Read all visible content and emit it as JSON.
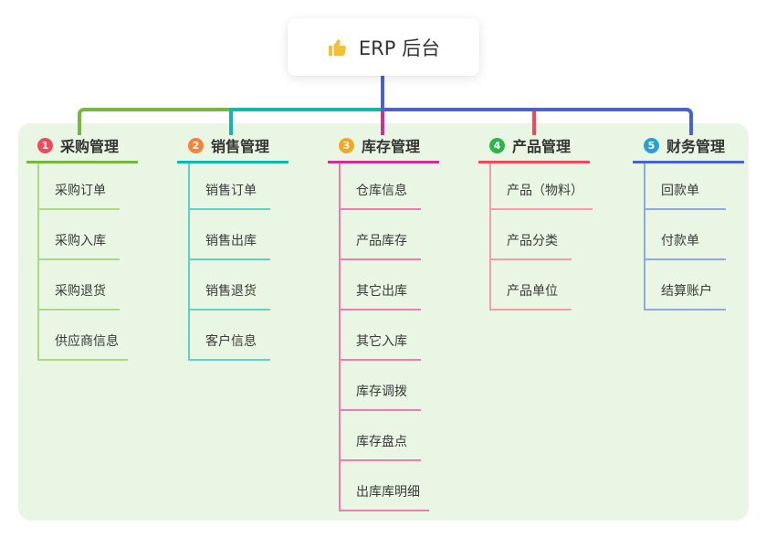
{
  "root": {
    "label": "ERP 后台",
    "icon": "thumbs-up-icon",
    "icon_color": "#f2c037"
  },
  "panel": {
    "bg": "#e9f6e3"
  },
  "text_color": "#333333",
  "branches": [
    {
      "num": "1",
      "label": "采购管理",
      "badge_color": "#f2495c",
      "line_color": "#76b83f",
      "child_line_color": "#abd884",
      "children": [
        "采购订单",
        "采购入库",
        "采购退货",
        "供应商信息"
      ]
    },
    {
      "num": "2",
      "label": "销售管理",
      "badge_color": "#f5823e",
      "line_color": "#12b7ab",
      "child_line_color": "#63cfc5",
      "children": [
        "销售订单",
        "销售出库",
        "销售退货",
        "客户信息"
      ]
    },
    {
      "num": "3",
      "label": "库存管理",
      "badge_color": "#f6a623",
      "line_color": "#ce2f92",
      "child_line_color": "#f07ab2",
      "children": [
        "仓库信息",
        "产品库存",
        "其它出库",
        "其它入库",
        "库存调拨",
        "库存盘点",
        "出库库明细"
      ]
    },
    {
      "num": "4",
      "label": "产品管理",
      "badge_color": "#2db54b",
      "line_color": "#f0485c",
      "child_line_color": "#f79ba6",
      "children": [
        "产品（物料）",
        "产品分类",
        "产品单位"
      ]
    },
    {
      "num": "5",
      "label": "财务管理",
      "badge_color": "#2b9fd9",
      "line_color": "#4a62cc",
      "child_line_color": "#8fa9e4",
      "children": [
        "回款单",
        "付款单",
        "结算账户"
      ]
    }
  ]
}
